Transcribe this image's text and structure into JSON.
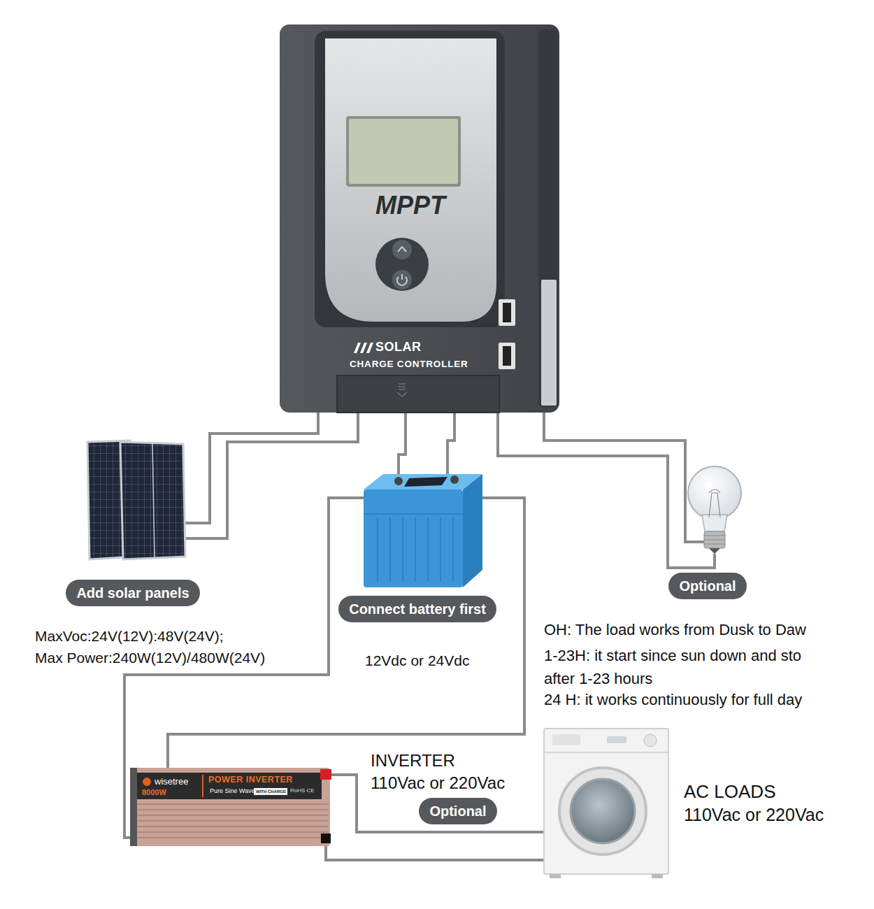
{
  "diagram": {
    "nodes": [
      {
        "text": [
          "MPPT",
          "SOLAR",
          "CHARGE CONTROLLER"
        ]
      },
      {
        "text": [
          "Add solar panels"
        ]
      },
      {
        "text": [
          "Connect battery first"
        ]
      },
      {
        "text": [
          "Optional"
        ]
      },
      {
        "text": [
          "Optional"
        ]
      }
    ],
    "labels": [
      "MaxVoc:24V(12V):48V(24V);",
      "Max Power:240W(12V)/480W(24V)",
      "12Vdc or 24Vdc",
      "OH: The load works from Dusk to Daw",
      "1-23H: it start since sun down and sto after 1-23 hours",
      "24 H: it works continuously for full day",
      "wisetree",
      "POWER INVERTER",
      "8000W",
      "Pure Sine Wave",
      "WITH CHARGE",
      "RoHS CE",
      "INVERTER",
      "110Vac or 220Vac",
      "AC LOADS",
      "110Vac or 220Vac"
    ]
  }
}
